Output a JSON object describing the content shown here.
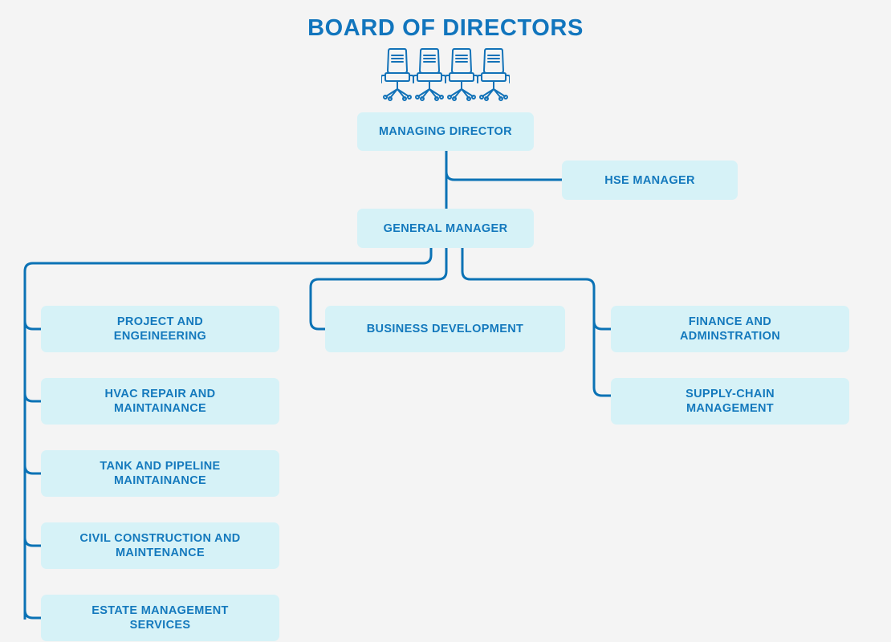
{
  "header": {
    "title": "BOARD OF DIRECTORS",
    "chairs_icon": "office-chair-icon",
    "chair_count": 4
  },
  "colors": {
    "background": "#f4f4f4",
    "node_fill": "#d6f2f7",
    "text_blue": "#1479bd",
    "title_blue": "#1175bd",
    "connector_blue": "#0b72b5"
  },
  "nodes": {
    "managing_director": "MANAGING DIRECTOR",
    "hse_manager": "HSE MANAGER",
    "general_manager": "GENERAL MANAGER",
    "business_development": "BUSINESS DEVELOPMENT"
  },
  "left_branch": [
    {
      "label": "PROJECT AND\nENGEINEERING"
    },
    {
      "label": "HVAC REPAIR AND\nMAINTAINANCE"
    },
    {
      "label": "TANK AND PIPELINE\nMAINTAINANCE"
    },
    {
      "label": "CIVIL CONSTRUCTION AND\nMAINTENANCE"
    },
    {
      "label": "ESTATE MANAGEMENT\nSERVICES"
    }
  ],
  "right_branch": [
    {
      "label": "FINANCE AND\nADMINSTRATION"
    },
    {
      "label": "SUPPLY-CHAIN\nMANAGEMENT"
    }
  ]
}
